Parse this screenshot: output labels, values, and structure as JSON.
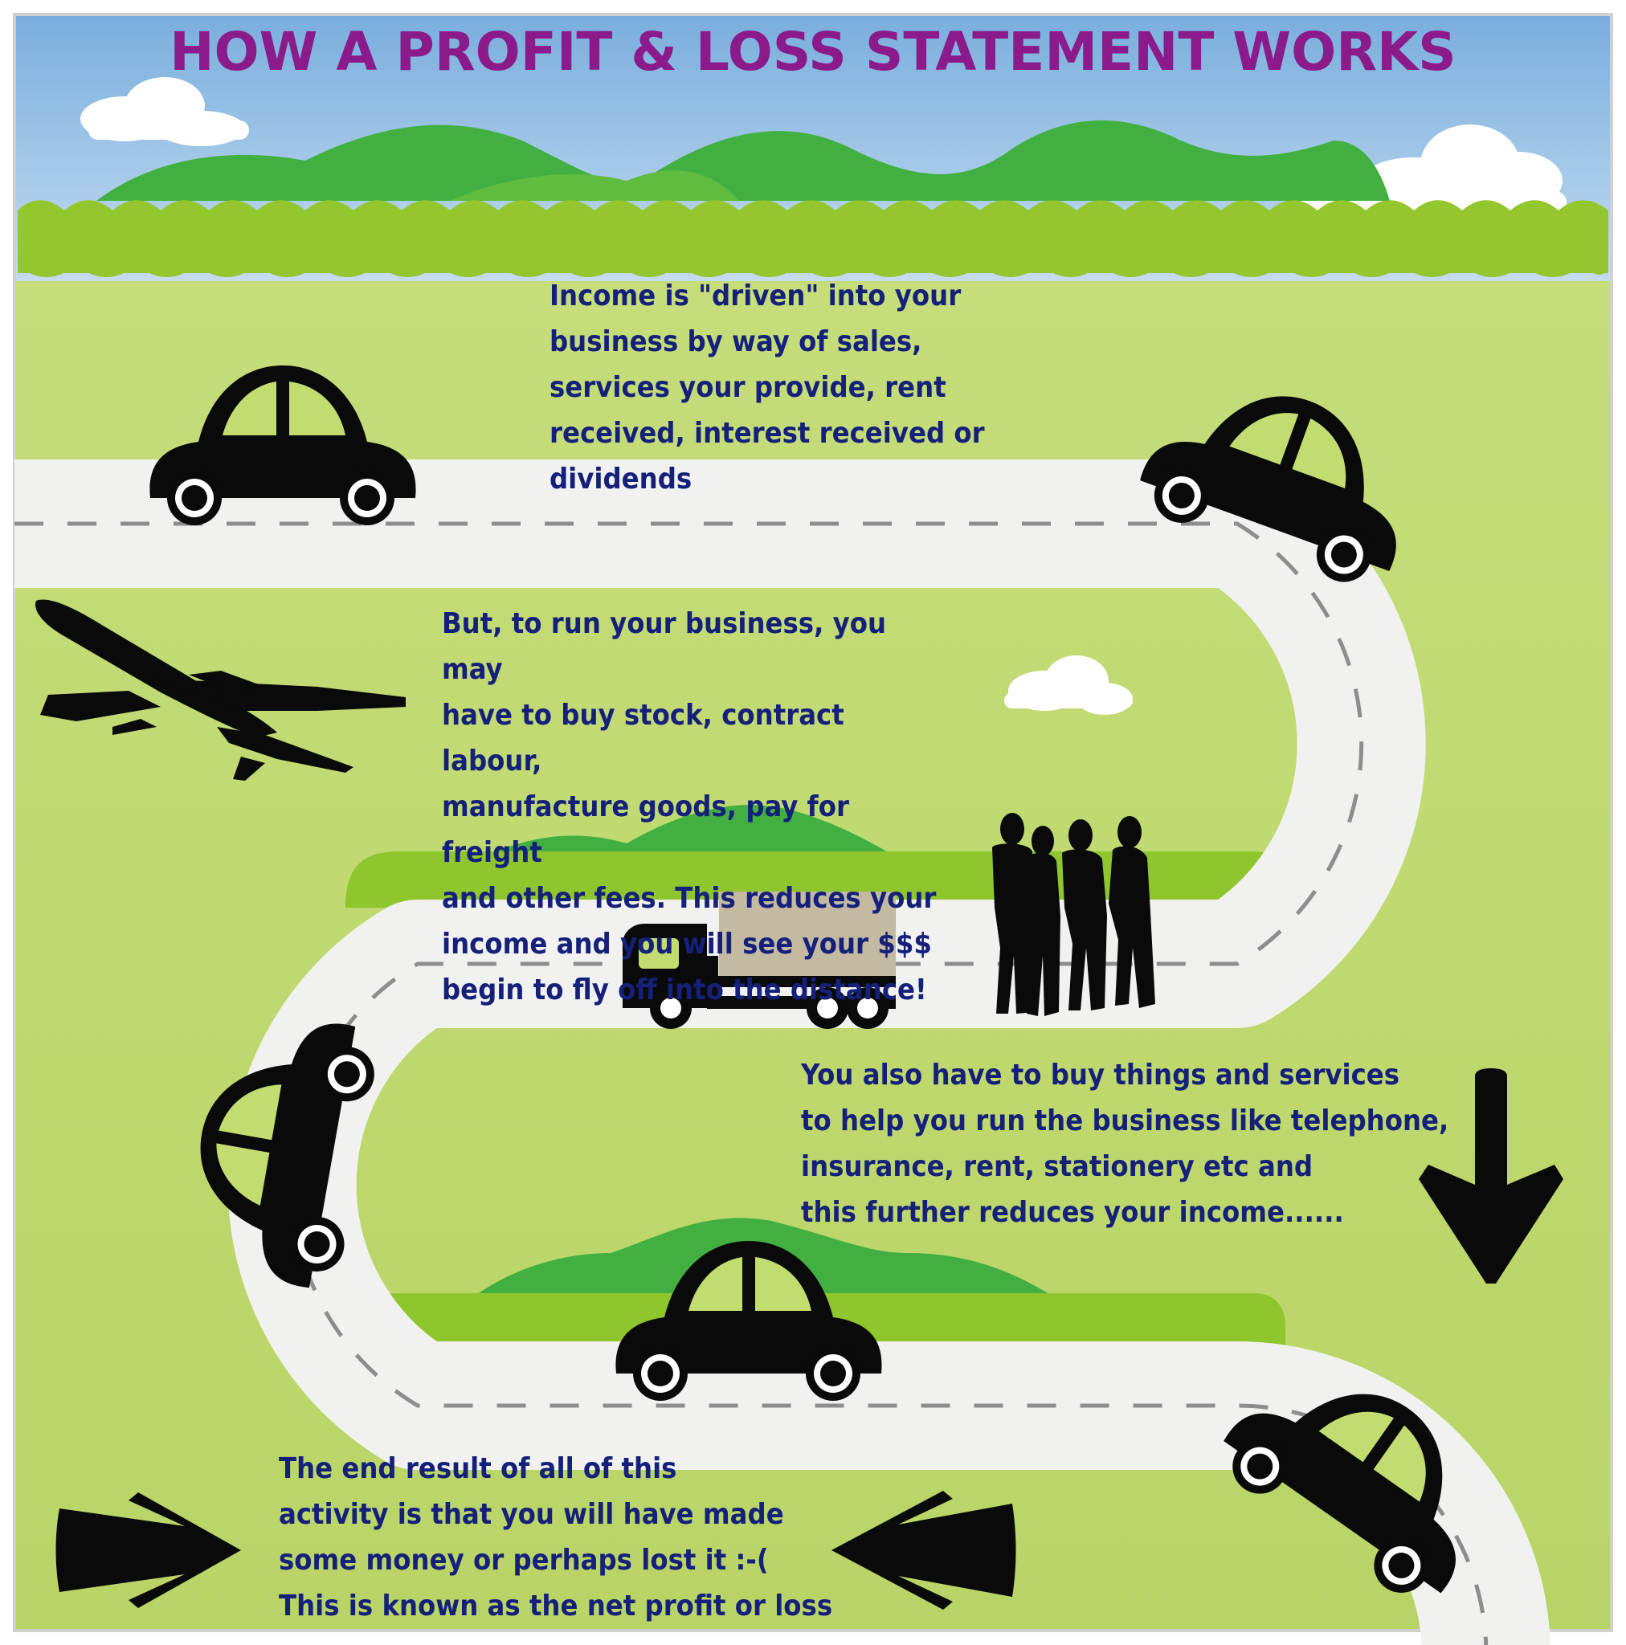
{
  "title": "HOW A PROFIT & LOSS STATEMENT WORKS",
  "paragraphs": {
    "income": "Income is \"driven\" into your\nbusiness by way of sales,\nservices your provide, rent\nreceived, interest received or dividends",
    "costs": "But, to run your business, you may\nhave to buy stock, contract labour,\nmanufacture goods, pay for freight\nand other fees. This reduces your\nincome and you will see your $$$\nbegin to fly off into the distance!",
    "expenses": "You also have to buy things and services\nto help you run the business like telephone,\ninsurance, rent, stationery etc and\nthis further reduces your income......",
    "result": "The end result of all of this\nactivity is that you will have made\nsome money or perhaps lost it :-(\nThis is known as the net profit or loss"
  },
  "icons": [
    "car-icon",
    "airplane-icon",
    "truck-icon",
    "people-silhouette-icon",
    "arrow-down-icon",
    "arrow-right-icon",
    "arrow-left-icon",
    "cloud-icon",
    "hill-icon"
  ],
  "colors": {
    "title": "#8b1a8b",
    "text": "#15207a",
    "grass": "#c3dc70",
    "hill_dark": "#45b23c",
    "hill_light": "#93c82c",
    "road": "#f1f2ef",
    "road_dash": "#8a8a8a",
    "silhouette": "#0a0a0a",
    "truck_cargo": "#c4b9a1",
    "sky": "#86b7e2"
  }
}
